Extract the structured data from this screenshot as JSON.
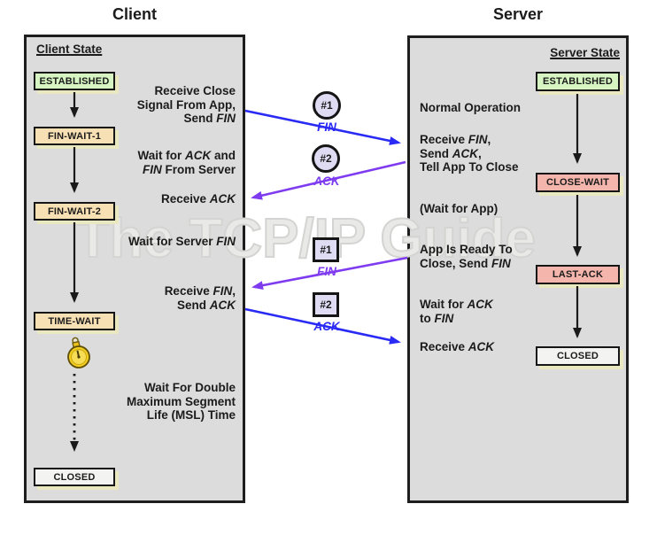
{
  "watermark": "The TCP/IP Guide",
  "colors": {
    "blue": "#2a2af5",
    "purple": "#7e3bf0",
    "arrow_black": "#1a1a1a",
    "panel_bg": "#dcdcdc",
    "panel_border": "#1e1e1e",
    "state_established": "#d6f5c3",
    "state_wait": "#f8e0b5",
    "state_passive": "#f3b5ac",
    "state_closed": "#f3f3f1",
    "badge_bg": "#dedbf2",
    "box_shadow": "#eae8c0",
    "watermark_gray": "#d4d4d2",
    "watermark_fill": "#e9e9e7"
  },
  "client": {
    "title": "Client",
    "heading": "Client State",
    "states": [
      {
        "label": "ESTABLISHED"
      },
      {
        "label": "FIN-WAIT-1"
      },
      {
        "label": "FIN-WAIT-2"
      },
      {
        "label": "TIME-WAIT"
      },
      {
        "label": "CLOSED"
      }
    ],
    "annotations": [
      {
        "lines": [
          [
            {
              "t": "Receive Close"
            }
          ],
          [
            {
              "t": "Signal From App,"
            }
          ],
          [
            {
              "t": "Send "
            },
            {
              "t": "FIN",
              "i": true
            }
          ]
        ]
      },
      {
        "lines": [
          [
            {
              "t": "Wait for "
            },
            {
              "t": "ACK",
              "i": true
            },
            {
              "t": " and"
            }
          ],
          [
            {
              "t": "FIN",
              "i": true
            },
            {
              "t": " From Server"
            }
          ]
        ]
      },
      {
        "lines": [
          [
            {
              "t": "Receive "
            },
            {
              "t": "ACK",
              "i": true
            }
          ]
        ]
      },
      {
        "lines": [
          [
            {
              "t": "Wait for Server "
            },
            {
              "t": "FIN",
              "i": true
            }
          ]
        ]
      },
      {
        "lines": [
          [
            {
              "t": "Receive "
            },
            {
              "t": "FIN",
              "i": true
            },
            {
              "t": ","
            }
          ],
          [
            {
              "t": "Send "
            },
            {
              "t": "ACK",
              "i": true
            }
          ]
        ]
      },
      {
        "lines": [
          [
            {
              "t": "Wait For Double"
            }
          ],
          [
            {
              "t": "Maximum Segment"
            }
          ],
          [
            {
              "t": "Life (MSL) Time"
            }
          ]
        ]
      }
    ]
  },
  "server": {
    "title": "Server",
    "heading": "Server State",
    "states": [
      {
        "label": "ESTABLISHED"
      },
      {
        "label": "CLOSE-WAIT"
      },
      {
        "label": "LAST-ACK"
      },
      {
        "label": "CLOSED"
      }
    ],
    "annotations": [
      {
        "lines": [
          [
            {
              "t": "Normal Operation"
            }
          ]
        ]
      },
      {
        "lines": [
          [
            {
              "t": "Receive "
            },
            {
              "t": "FIN",
              "i": true
            },
            {
              "t": ","
            }
          ],
          [
            {
              "t": "Send "
            },
            {
              "t": "ACK",
              "i": true
            },
            {
              "t": ","
            }
          ],
          [
            {
              "t": "Tell App To Close"
            }
          ]
        ]
      },
      {
        "lines": [
          [
            {
              "t": "(Wait for App)"
            }
          ]
        ]
      },
      {
        "lines": [
          [
            {
              "t": "App Is Ready To"
            }
          ],
          [
            {
              "t": "Close, Send "
            },
            {
              "t": "FIN",
              "i": true
            }
          ]
        ]
      },
      {
        "lines": [
          [
            {
              "t": "Wait for "
            },
            {
              "t": "ACK",
              "i": true
            }
          ],
          [
            {
              "t": "to "
            },
            {
              "t": "FIN",
              "i": true
            }
          ]
        ]
      },
      {
        "lines": [
          [
            {
              "t": "Receive "
            },
            {
              "t": "ACK",
              "i": true
            }
          ]
        ]
      }
    ]
  },
  "messages": [
    {
      "badge": "#1",
      "shape": "circle",
      "label": "FIN",
      "color": "blue",
      "from": "client",
      "to": "server"
    },
    {
      "badge": "#2",
      "shape": "circle",
      "label": "ACK",
      "color": "purple",
      "from": "server",
      "to": "client"
    },
    {
      "badge": "#1",
      "shape": "square",
      "label": "FIN",
      "color": "purple",
      "from": "server",
      "to": "client"
    },
    {
      "badge": "#2",
      "shape": "square",
      "label": "ACK",
      "color": "blue",
      "from": "client",
      "to": "server"
    }
  ]
}
